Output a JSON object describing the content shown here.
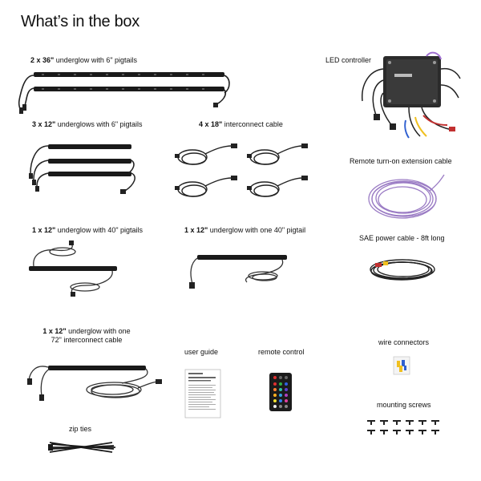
{
  "title": "What’s in the box",
  "items": {
    "underglow_36": {
      "qty": "2 x 36\"",
      "desc": " underglow with 6\" pigtails"
    },
    "underglows_12_6": {
      "qty": "3 x 12\"",
      "desc": " underglows with 6\" pigtails"
    },
    "interconnect_18": {
      "qty": "4 x 18\"",
      "desc": " interconnect cable"
    },
    "led_controller": {
      "label": "LED controller"
    },
    "remote_ext_cable": {
      "label": "Remote turn-on extension cable"
    },
    "underglow_12_40": {
      "qty": "1 x 12\"",
      "desc": " underglow with 40\" pigtails"
    },
    "underglow_12_one40": {
      "qty": "1 x 12\"",
      "desc": " underglow with one 40\" pigtail"
    },
    "sae_power_cable": {
      "label": "SAE power cable - 8ft long"
    },
    "underglow_12_72": {
      "qty": "1 x 12\"",
      "desc": " underglow with one",
      "line2": "72\" interconnect cable"
    },
    "user_guide": {
      "label": "user guide"
    },
    "remote_control": {
      "label": "remote control"
    },
    "wire_connectors": {
      "label": "wire connectors"
    },
    "mounting_screws": {
      "label": "mounting screws"
    },
    "zip_ties": {
      "label": "zip ties"
    }
  },
  "colors": {
    "strip": "#1a1a1a",
    "cable": "#222222",
    "purple_wire": "#9a7bc4",
    "controller_body": "#2b2b2b"
  },
  "icons": [
    "led-strip-icon",
    "cable-coil-icon",
    "led-controller-icon",
    "purple-wire-coil-icon",
    "power-cable-coil-icon",
    "user-guide-icon",
    "remote-control-icon",
    "wire-connectors-icon",
    "mounting-screws-icon",
    "zip-ties-icon"
  ]
}
